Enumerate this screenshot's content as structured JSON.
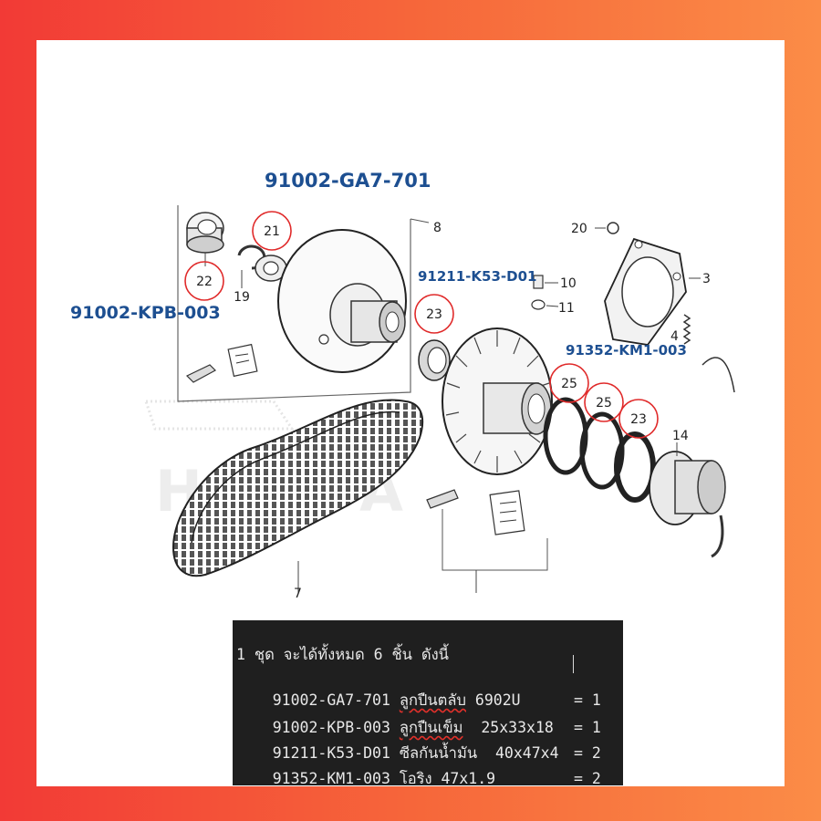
{
  "part_labels": {
    "bearing_6902u": "91002-GA7-701",
    "needle_bearing": "91002-KPB-003",
    "oil_seal": "91211-K53-D01",
    "o_ring": "91352-KM1-003"
  },
  "callouts": {
    "c21": "21",
    "c22": "22",
    "c19": "19",
    "c8": "8",
    "c23a": "23",
    "c23b": "23",
    "c25a": "25",
    "c25b": "25",
    "c20": "20",
    "c10": "10",
    "c11": "11",
    "c3": "3",
    "c4": "4",
    "c14": "14",
    "c7": "7"
  },
  "watermark": "HONDA",
  "parts_list": {
    "header": "1 ชุด จะได้ทั้งหมด 6 ชิ้น ดังนี้",
    "rows": [
      {
        "code": "91002-GA7-701",
        "name": "ลูกปืนตลับ",
        "spec": "6902U",
        "qty": "= 1"
      },
      {
        "code": "91002-KPB-003",
        "name": "ลูกปืนเข็ม",
        "spec": "25x33x18",
        "qty": "= 1"
      },
      {
        "code": "91211-K53-D01",
        "name": "ซีลกันน้ำมัน",
        "spec": "40x47x4",
        "qty": "= 2"
      },
      {
        "code": "91352-KM1-003",
        "name": "โอริง",
        "spec": "47x1.9",
        "qty": "= 2"
      }
    ]
  },
  "colors": {
    "frame_left": "#f23a36",
    "frame_right": "#fb8c47",
    "label_blue": "#1d4f91",
    "callout_red": "#e02a2a",
    "console_bg": "#1f1f1f"
  }
}
